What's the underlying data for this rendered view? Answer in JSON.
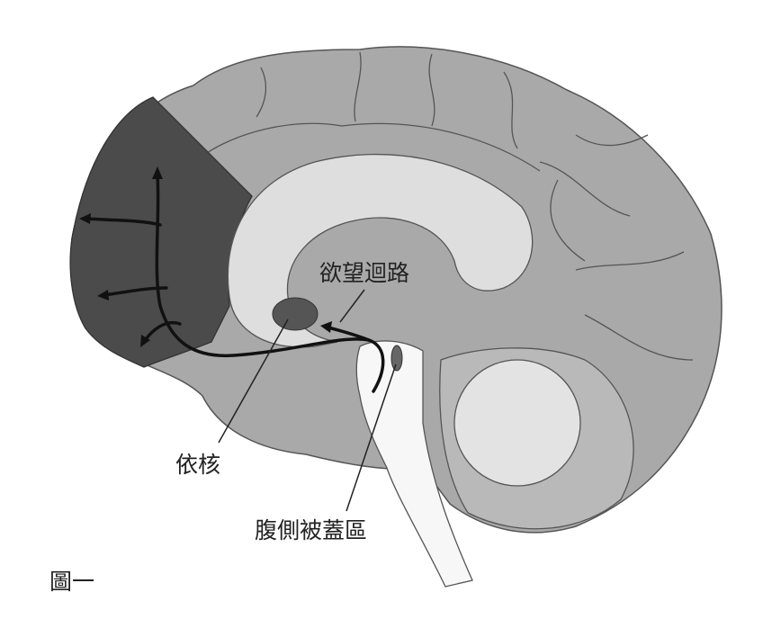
{
  "labels": {
    "desire_circuit": "欲望迴路",
    "nucleus_accumbens": "依核",
    "vta": "腹側被蓋區",
    "figure_caption": "圖一"
  },
  "colors": {
    "brain": "#a9a9a9",
    "prefrontal": "#4b4b4b",
    "corpus_callosum": "#dedede",
    "brainstem": "#f7f7f7",
    "outline": "#555555",
    "pathway": "#111111"
  }
}
